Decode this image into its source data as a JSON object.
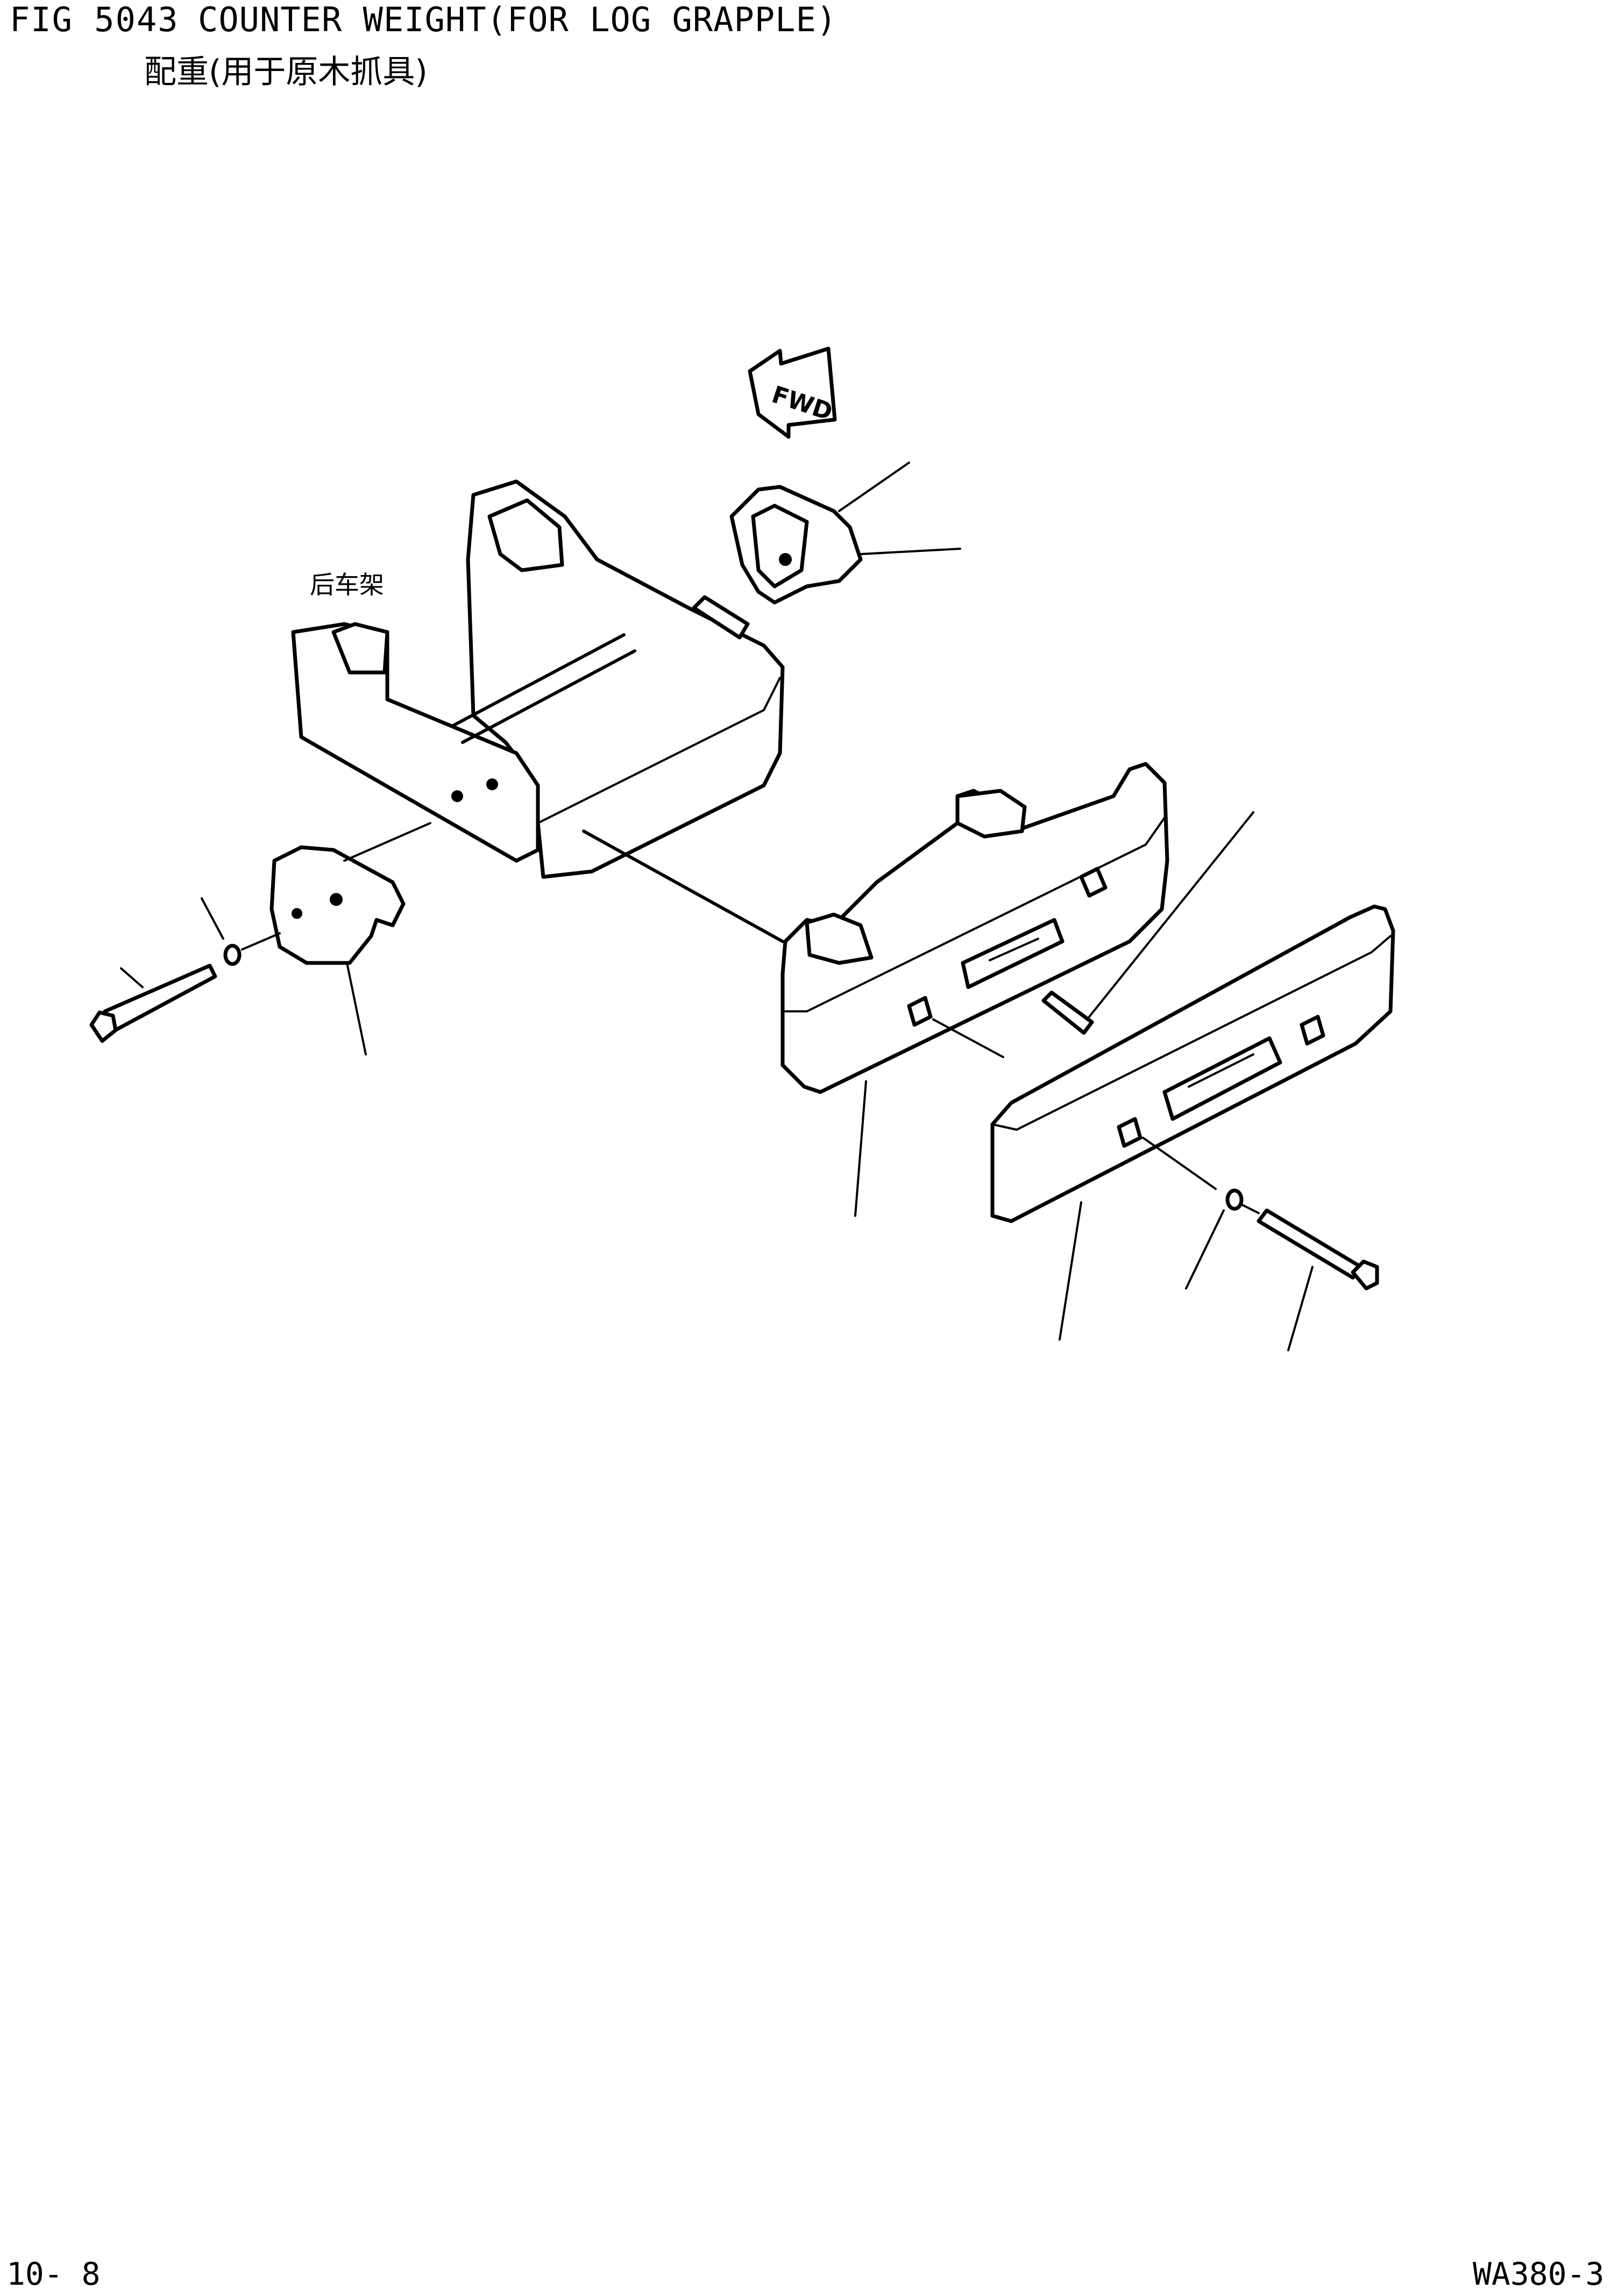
{
  "header": {
    "fig_number": "FIG 5043",
    "title_en": "COUNTER WEIGHT(FOR LOG GRAPPLE)",
    "title_cn": "配重(用于原木抓具)"
  },
  "labels": {
    "rear_frame": "后车架",
    "fwd_arrow": "FWD"
  },
  "footer": {
    "page_number": "10- 8",
    "model_number": "WA380-3"
  }
}
